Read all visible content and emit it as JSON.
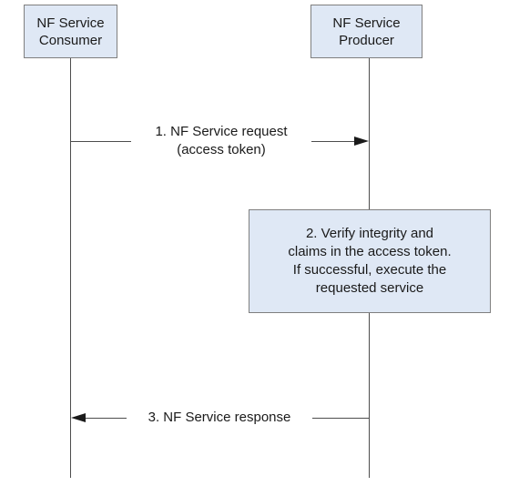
{
  "participants": {
    "consumer": {
      "line1": "NF Service",
      "line2": "Consumer"
    },
    "producer": {
      "line1": "NF Service",
      "line2": "Producer"
    }
  },
  "messages": {
    "request": {
      "line1": "1. NF Service request",
      "line2": "(access token)"
    },
    "response": {
      "text": "3. NF Service response"
    }
  },
  "steps": {
    "verify": {
      "line1": "2. Verify integrity and",
      "line2": "claims in the access token.",
      "line3": "If successful, execute the",
      "line4": "requested service"
    }
  },
  "colors": {
    "box_fill": "#dfe8f5",
    "box_border": "#7f7f7f",
    "line": "#4d4d4d",
    "arrow": "#1a1a1a"
  }
}
